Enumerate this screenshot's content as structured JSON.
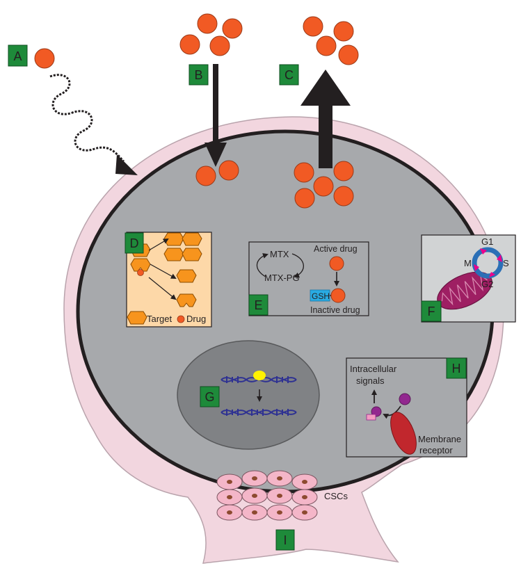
{
  "labels": {
    "A": "A",
    "B": "B",
    "C": "C",
    "D": "D",
    "E": "E",
    "F": "F",
    "G": "G",
    "H": "H",
    "I": "I"
  },
  "panel_d": {
    "target": "Target",
    "drug": "Drug"
  },
  "panel_e": {
    "mtx": "MTX",
    "mtx_pg": "MTX-PG",
    "active_drug": "Active drug",
    "inactive_drug": "Inactive drug",
    "gsh": "GSH"
  },
  "panel_f": {
    "g1": "G1",
    "s": "S",
    "g2": "G2",
    "m": "M"
  },
  "panel_h": {
    "signals_line1": "Intracellular",
    "signals_line2": "signals",
    "receptor_line1": "Membrane",
    "receptor_line2": "receptor"
  },
  "cscs": "CSCs",
  "colors": {
    "drug": "#f15a24",
    "label_box": "#1e8a3a",
    "cell_membrane": "#f2d6df",
    "cytoplasm": "#a7a9ac",
    "nucleus": "#808285",
    "panel_d_bg": "#fdd8a8",
    "target": "#f7941d",
    "panel_f_bg": "#d1d3d4",
    "mitochondrion": "#9e1f63",
    "cell_cycle_ring": "#2b6fb6",
    "cell_cycle_marks": "#ec008c",
    "dna": "#2e3192",
    "dna_lesion": "#fff200",
    "gsh": "#29abe2",
    "receptor": "#c1272d",
    "ligand": "#92278f"
  }
}
